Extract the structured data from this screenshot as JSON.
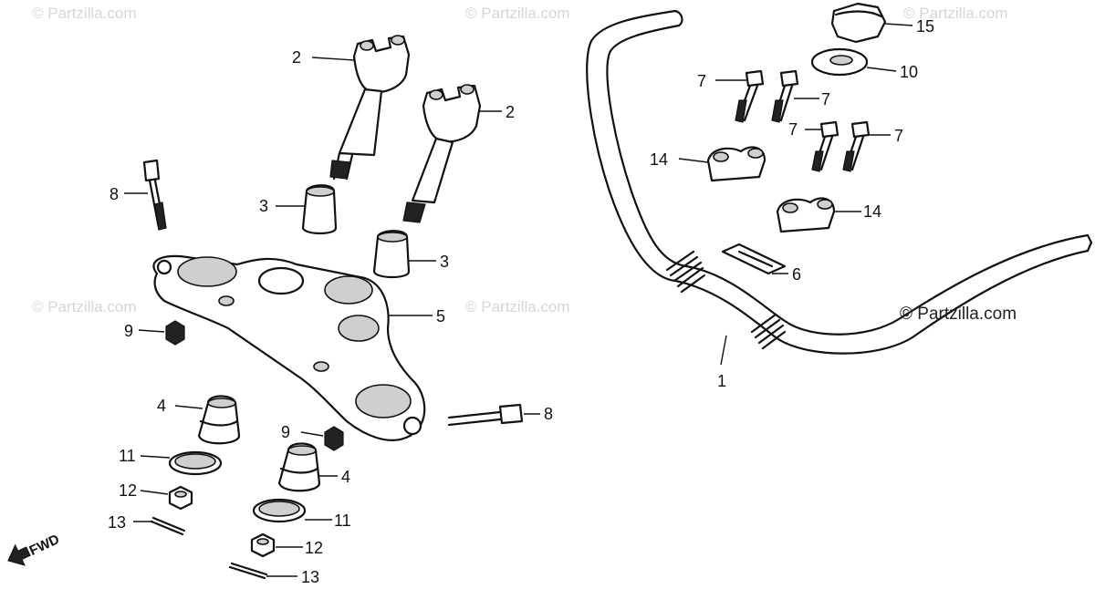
{
  "watermark_text": "© Partzilla.com",
  "copyright_text": "© Partzilla.com",
  "fwd_label": "FWD",
  "callouts": {
    "c1": "1",
    "c2a": "2",
    "c2b": "2",
    "c3a": "3",
    "c3b": "3",
    "c4a": "4",
    "c4b": "4",
    "c5": "5",
    "c6": "6",
    "c7a": "7",
    "c7b": "7",
    "c7c": "7",
    "c7d": "7",
    "c8a": "8",
    "c8b": "8",
    "c9a": "9",
    "c9b": "9",
    "c10": "10",
    "c11a": "11",
    "c11b": "11",
    "c12a": "12",
    "c12b": "12",
    "c13a": "13",
    "c13b": "13",
    "c14a": "14",
    "c14b": "14",
    "c15": "15"
  }
}
